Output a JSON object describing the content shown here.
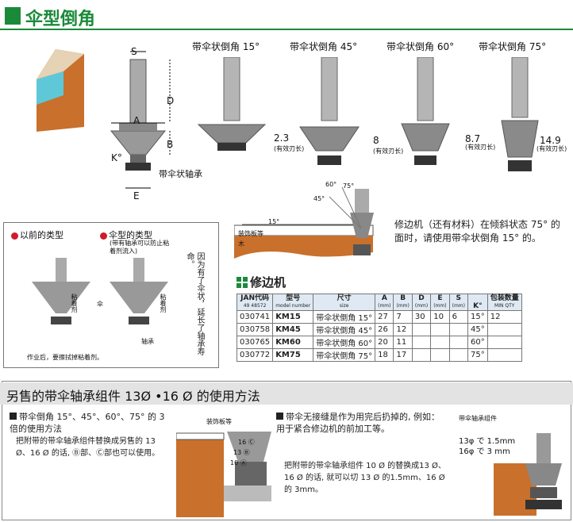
{
  "header": {
    "title": "伞型倒角"
  },
  "diagram": {
    "dim_s": "S",
    "dim_d": "D",
    "dim_a": "A",
    "dim_b": "B",
    "dim_e": "E",
    "dim_k": "K°",
    "bearing_label": "带伞状轴承"
  },
  "bits": [
    {
      "title": "带伞状倒角 15°",
      "dim": "2.3",
      "dim_note": "(有效刃长)"
    },
    {
      "title": "带伞状倒角 45°",
      "dim": "8",
      "dim_note": "(有效刃长)"
    },
    {
      "title": "带伞状倒角 60°",
      "dim": "8.7",
      "dim_note": "(有效刃长)"
    },
    {
      "title": "带伞状倒角 75°",
      "dim": "14.9",
      "dim_note": "(有效刃长)"
    }
  ],
  "angle_diagram": {
    "a60": "60°",
    "a45": "45°",
    "a75": "75°",
    "a15": "15°",
    "board": "装饰板等",
    "wood": "木"
  },
  "note_right": "修边机（还有材料）在倾斜状态 75° 的面时，请使用带伞状倒角 15° 的。",
  "compare": {
    "old_type": "以前的类型",
    "new_type": "伞型的类型",
    "new_note": "(带有轴承可以防止粘着剂流入)",
    "adhesive": "粘着剂",
    "umbrella": "伞",
    "bearing": "轴承",
    "footnote": "作业后，要擦拭掉粘着剂。",
    "vertical": "因为有了伞状，延长了轴承寿命。"
  },
  "table_section": {
    "title": "修边机"
  },
  "table": {
    "headers": [
      {
        "main": "JAN代码",
        "sub": "49 48572"
      },
      {
        "main": "型号",
        "sub": "model number"
      },
      {
        "main": "尺寸",
        "sub": "size"
      },
      {
        "main": "A",
        "sub": "(mm)"
      },
      {
        "main": "B",
        "sub": "(mm)"
      },
      {
        "main": "D",
        "sub": "(mm)"
      },
      {
        "main": "E",
        "sub": "(mm)"
      },
      {
        "main": "S",
        "sub": "(mm)"
      },
      {
        "main": "K°",
        "sub": ""
      },
      {
        "main": "包装数量",
        "sub": "MIN QTY"
      }
    ],
    "rows": [
      [
        "030741",
        "KM15",
        "带伞状倒角 15°",
        "27",
        "7",
        "30",
        "10",
        "6",
        "15°",
        "12"
      ],
      [
        "030758",
        "KM45",
        "带伞状倒角 45°",
        "26",
        "12",
        "",
        "",
        "",
        "45°",
        ""
      ],
      [
        "030765",
        "KM60",
        "带伞状倒角 60°",
        "20",
        "11",
        "",
        "",
        "",
        "60°",
        ""
      ],
      [
        "030772",
        "KM75",
        "带伞状倒角 75°",
        "18",
        "17",
        "",
        "",
        "",
        "75°",
        ""
      ]
    ]
  },
  "section2": {
    "title": "另售的带伞轴承组件 13Ø •16 Ø 的使用方法",
    "left_head": "带伞倒角 15°、45°、60°、75° 的 3 倍的使用方法",
    "left_bullet": "把附带的带伞轴承组件替换成另售的 13 Ø、16 Ø 的话, Ⓑ部、Ⓒ部也可以使用。",
    "mid_label": "装饰板等",
    "mid_marks": [
      "16 Ⓒ",
      "13 Ⓑ",
      "10 Ⓐ"
    ],
    "right_head": "带伞无接缝是作为用完后扔掉的, 例如：用于紧合修边机的前加工等。",
    "right_bullet": "把附带的带伞轴承组件 10 Ø 的替换成13 Ø、16 Ø 的话, 就可以切 13 Ø 的1.5mm、16 Ø 的 3mm。",
    "far_title": "带伞轴承组件",
    "far_line1": "13φ で 1.5mm",
    "far_line2": "16φ で 3   mm"
  }
}
